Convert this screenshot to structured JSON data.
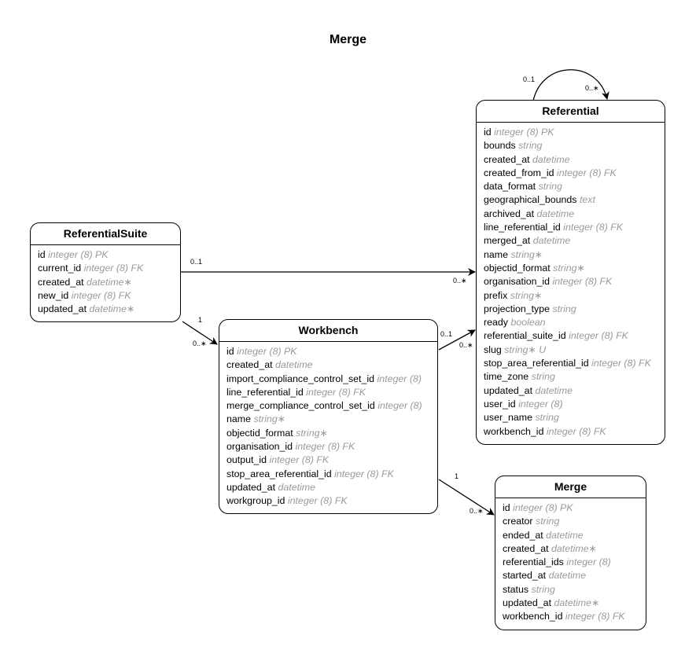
{
  "title": "Merge",
  "entities": [
    {
      "id": "referential",
      "name": "Referential",
      "attributes": [
        {
          "name": "id",
          "type": "integer (8) PK"
        },
        {
          "name": "bounds",
          "type": "string"
        },
        {
          "name": "created_at",
          "type": "datetime"
        },
        {
          "name": "created_from_id",
          "type": "integer (8) FK"
        },
        {
          "name": "data_format",
          "type": "string"
        },
        {
          "name": "geographical_bounds",
          "type": "text"
        },
        {
          "name": "archived_at",
          "type": "datetime"
        },
        {
          "name": "line_referential_id",
          "type": "integer (8) FK"
        },
        {
          "name": "merged_at",
          "type": "datetime"
        },
        {
          "name": "name",
          "type": "string∗"
        },
        {
          "name": "objectid_format",
          "type": "string∗"
        },
        {
          "name": "organisation_id",
          "type": "integer (8) FK"
        },
        {
          "name": "prefix",
          "type": "string∗"
        },
        {
          "name": "projection_type",
          "type": "string"
        },
        {
          "name": "ready",
          "type": "boolean"
        },
        {
          "name": "referential_suite_id",
          "type": "integer (8) FK"
        },
        {
          "name": "slug",
          "type": "string∗ U"
        },
        {
          "name": "stop_area_referential_id",
          "type": "integer (8) FK"
        },
        {
          "name": "time_zone",
          "type": "string"
        },
        {
          "name": "updated_at",
          "type": "datetime"
        },
        {
          "name": "user_id",
          "type": "integer (8)"
        },
        {
          "name": "user_name",
          "type": "string"
        },
        {
          "name": "workbench_id",
          "type": "integer (8) FK"
        }
      ]
    },
    {
      "id": "referential-suite",
      "name": "ReferentialSuite",
      "attributes": [
        {
          "name": "id",
          "type": "integer (8) PK"
        },
        {
          "name": "current_id",
          "type": "integer (8) FK"
        },
        {
          "name": "created_at",
          "type": "datetime∗"
        },
        {
          "name": "new_id",
          "type": "integer (8) FK"
        },
        {
          "name": "updated_at",
          "type": "datetime∗"
        }
      ]
    },
    {
      "id": "workbench",
      "name": "Workbench",
      "attributes": [
        {
          "name": "id",
          "type": "integer (8) PK"
        },
        {
          "name": "created_at",
          "type": "datetime"
        },
        {
          "name": "import_compliance_control_set_id",
          "type": "integer (8)"
        },
        {
          "name": "line_referential_id",
          "type": "integer (8) FK"
        },
        {
          "name": "merge_compliance_control_set_id",
          "type": "integer (8)"
        },
        {
          "name": "name",
          "type": "string∗"
        },
        {
          "name": "objectid_format",
          "type": "string∗"
        },
        {
          "name": "organisation_id",
          "type": "integer (8) FK"
        },
        {
          "name": "output_id",
          "type": "integer (8) FK"
        },
        {
          "name": "stop_area_referential_id",
          "type": "integer (8) FK"
        },
        {
          "name": "updated_at",
          "type": "datetime"
        },
        {
          "name": "workgroup_id",
          "type": "integer (8) FK"
        }
      ]
    },
    {
      "id": "merge",
      "name": "Merge",
      "attributes": [
        {
          "name": "id",
          "type": "integer (8) PK"
        },
        {
          "name": "creator",
          "type": "string"
        },
        {
          "name": "ended_at",
          "type": "datetime"
        },
        {
          "name": "created_at",
          "type": "datetime∗"
        },
        {
          "name": "referential_ids",
          "type": "integer (8)"
        },
        {
          "name": "started_at",
          "type": "datetime"
        },
        {
          "name": "status",
          "type": "string"
        },
        {
          "name": "updated_at",
          "type": "datetime∗"
        },
        {
          "name": "workbench_id",
          "type": "integer (8) FK"
        }
      ]
    }
  ],
  "relationships": [
    {
      "from": "referential",
      "to": "referential",
      "from_mult": "0..1",
      "to_mult": "0..∗"
    },
    {
      "from": "referential-suite",
      "to": "referential",
      "from_mult": "0..1",
      "to_mult": "0..∗"
    },
    {
      "from": "referential-suite",
      "to": "workbench",
      "from_mult": "1",
      "to_mult": "0..∗"
    },
    {
      "from": "workbench",
      "to": "referential",
      "from_mult": "0..1",
      "to_mult": "0..∗"
    },
    {
      "from": "workbench",
      "to": "merge",
      "from_mult": "1",
      "to_mult": "0..∗"
    }
  ]
}
